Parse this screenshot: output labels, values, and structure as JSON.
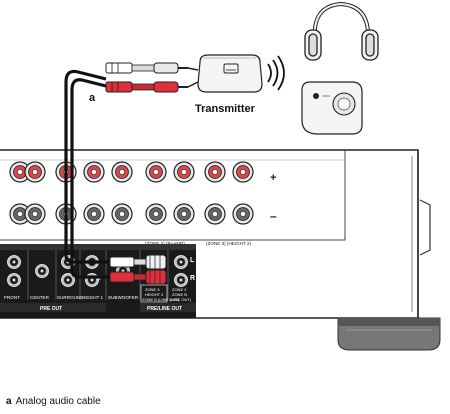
{
  "figure": {
    "cable_marker": "a",
    "transmitter_label": "Transmitter",
    "polarity_plus": "+",
    "polarity_minus": "–",
    "zone_labels": {
      "zone2_bi_amp": "(ZONE 2) (BI-AMP)",
      "zone3_height2": "(ZONE 3) (HEIGHT 2)"
    },
    "channel_labels": {
      "left": "L",
      "right": "R",
      "right_small": "R"
    },
    "preout_labels": {
      "front": "FRONT",
      "center": "CENTER",
      "surround": "SURROUND",
      "height1": "HEIGHT 1",
      "subwoofer": "SUBWOOFER",
      "zone3_block": [
        "ZONE 3",
        "HEIGHT 2",
        "ZONE B (LINE OUT)"
      ],
      "zone2_block": [
        "ZONE 2",
        "ZONE B",
        "(LINE OUT)"
      ],
      "pre_out": "PRE OUT",
      "pre_line_out": "PRE/LINE OUT"
    },
    "caption": {
      "marker": "a",
      "text": "Analog audio cable"
    }
  }
}
